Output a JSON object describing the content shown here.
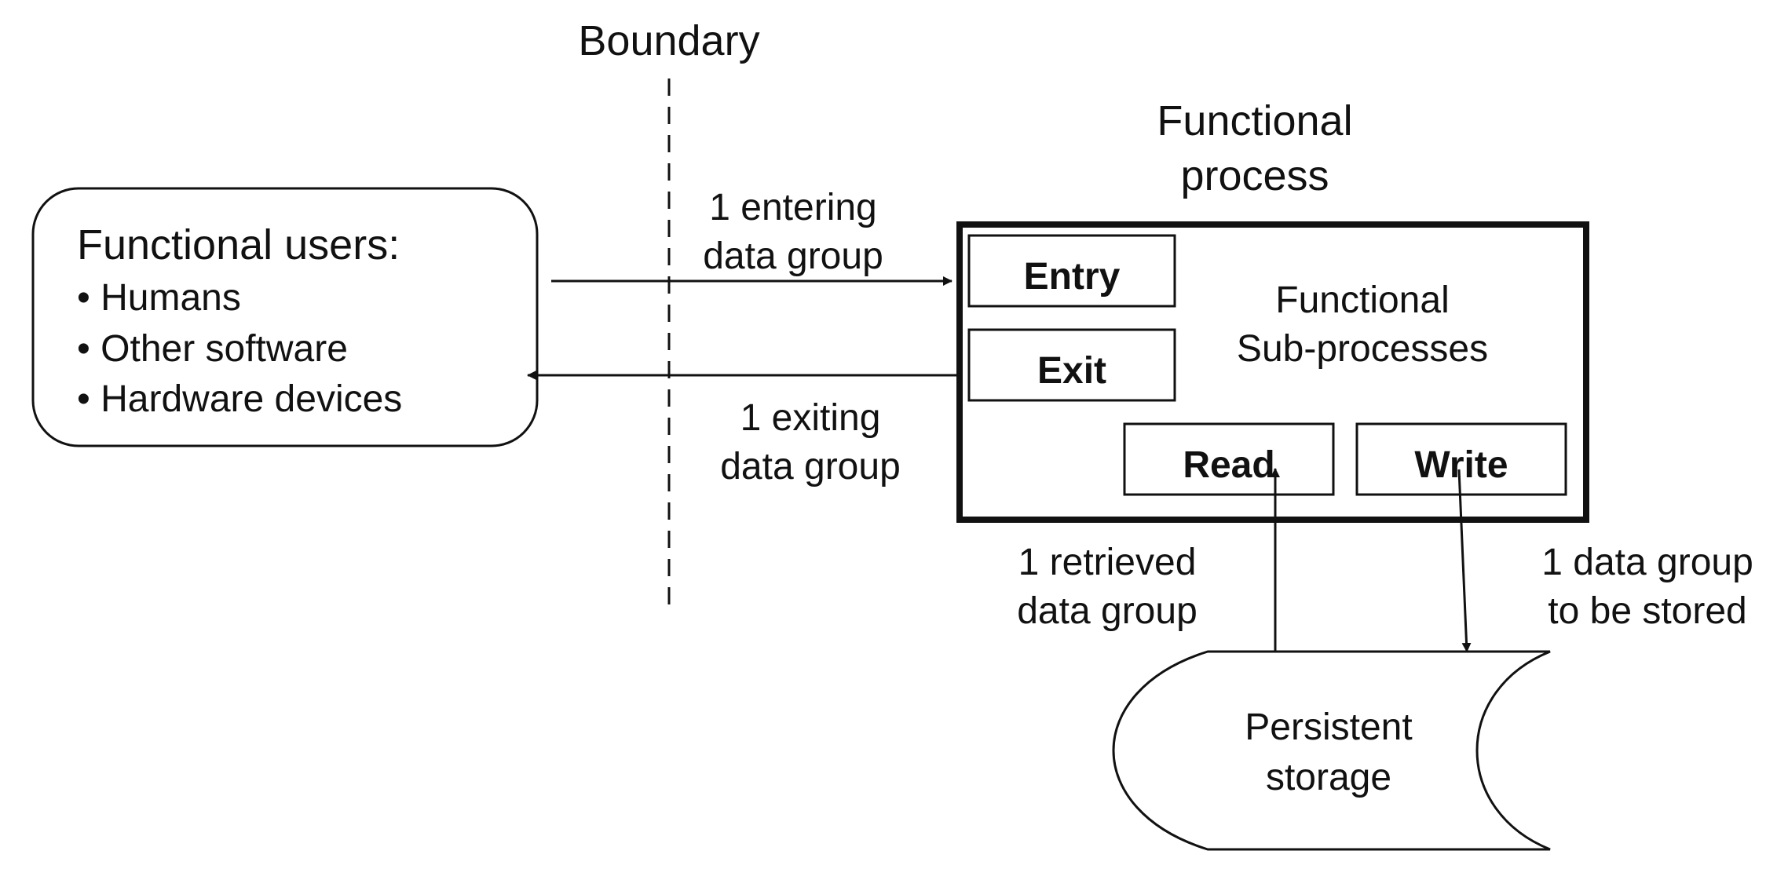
{
  "boundary": {
    "label": "Boundary"
  },
  "functional_users": {
    "title": "Functional users:",
    "items": [
      "• Humans",
      "• Other software",
      "• Hardware  devices"
    ]
  },
  "functional_process": {
    "title_line1": "Functional",
    "title_line2": "process",
    "subprocess_line1": "Functional",
    "subprocess_line2": "Sub-processes",
    "entry": "Entry",
    "exit": "Exit",
    "read": "Read",
    "write": "Write"
  },
  "flows": {
    "entering_line1": "1 entering",
    "entering_line2": "data group",
    "exiting_line1": "1 exiting",
    "exiting_line2": "data group",
    "retrieved_line1": "1 retrieved",
    "retrieved_line2": "data group",
    "stored_line1": "1 data group",
    "stored_line2": "to be stored"
  },
  "storage": {
    "line1": "Persistent",
    "line2": "storage"
  }
}
